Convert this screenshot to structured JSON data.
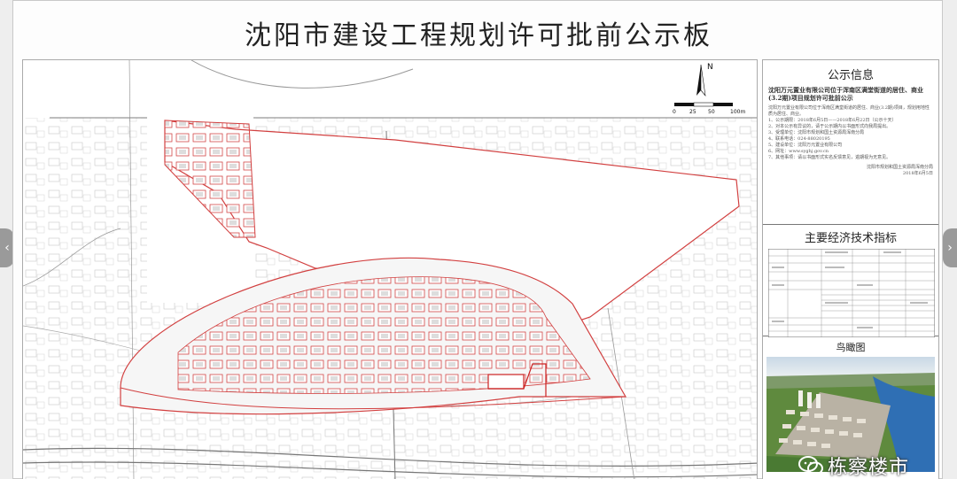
{
  "title": "沈阳市建设工程规划许可批前公示板",
  "notice": {
    "title": "公示信息",
    "heading": "沈阳万元置业有限公司位于浑南区满堂街道的居住、商业(3.2期)项目规划许可批前公示",
    "items": [
      "沈阳万元置业有限公司位于浑南区满堂街道的居住、商业(3.2期)项目，规划用地性质为居住、商业。",
      "1、公示期限：2018年6月5日——2018年6月22日（公示十天）",
      "2、对本公示有异议的，请于公示期内以书面形式向我局提出。",
      "3、受理单位：沈阳市规划和国土资源局浑南分局",
      "4、联系电话：024-88020195",
      "5、建设单位：沈阳万元置业有限公司",
      "6、网址：www.syghj.gov.cn",
      "7、其他事项：请以书面形式实名反馈意见，逾期视为无意见。"
    ],
    "org": "沈阳市规划和国土资源局浑南分局",
    "date": "2018年6月5日"
  },
  "tech": {
    "title": "主要经济技术指标"
  },
  "birdseye": {
    "title": "鸟瞰图"
  },
  "scale": {
    "labels": [
      "0",
      "25",
      "50",
      "100m"
    ]
  },
  "north": "N",
  "watermark": {
    "text": "栋察楼市"
  },
  "nav": {
    "prev": "‹",
    "next": "›"
  }
}
